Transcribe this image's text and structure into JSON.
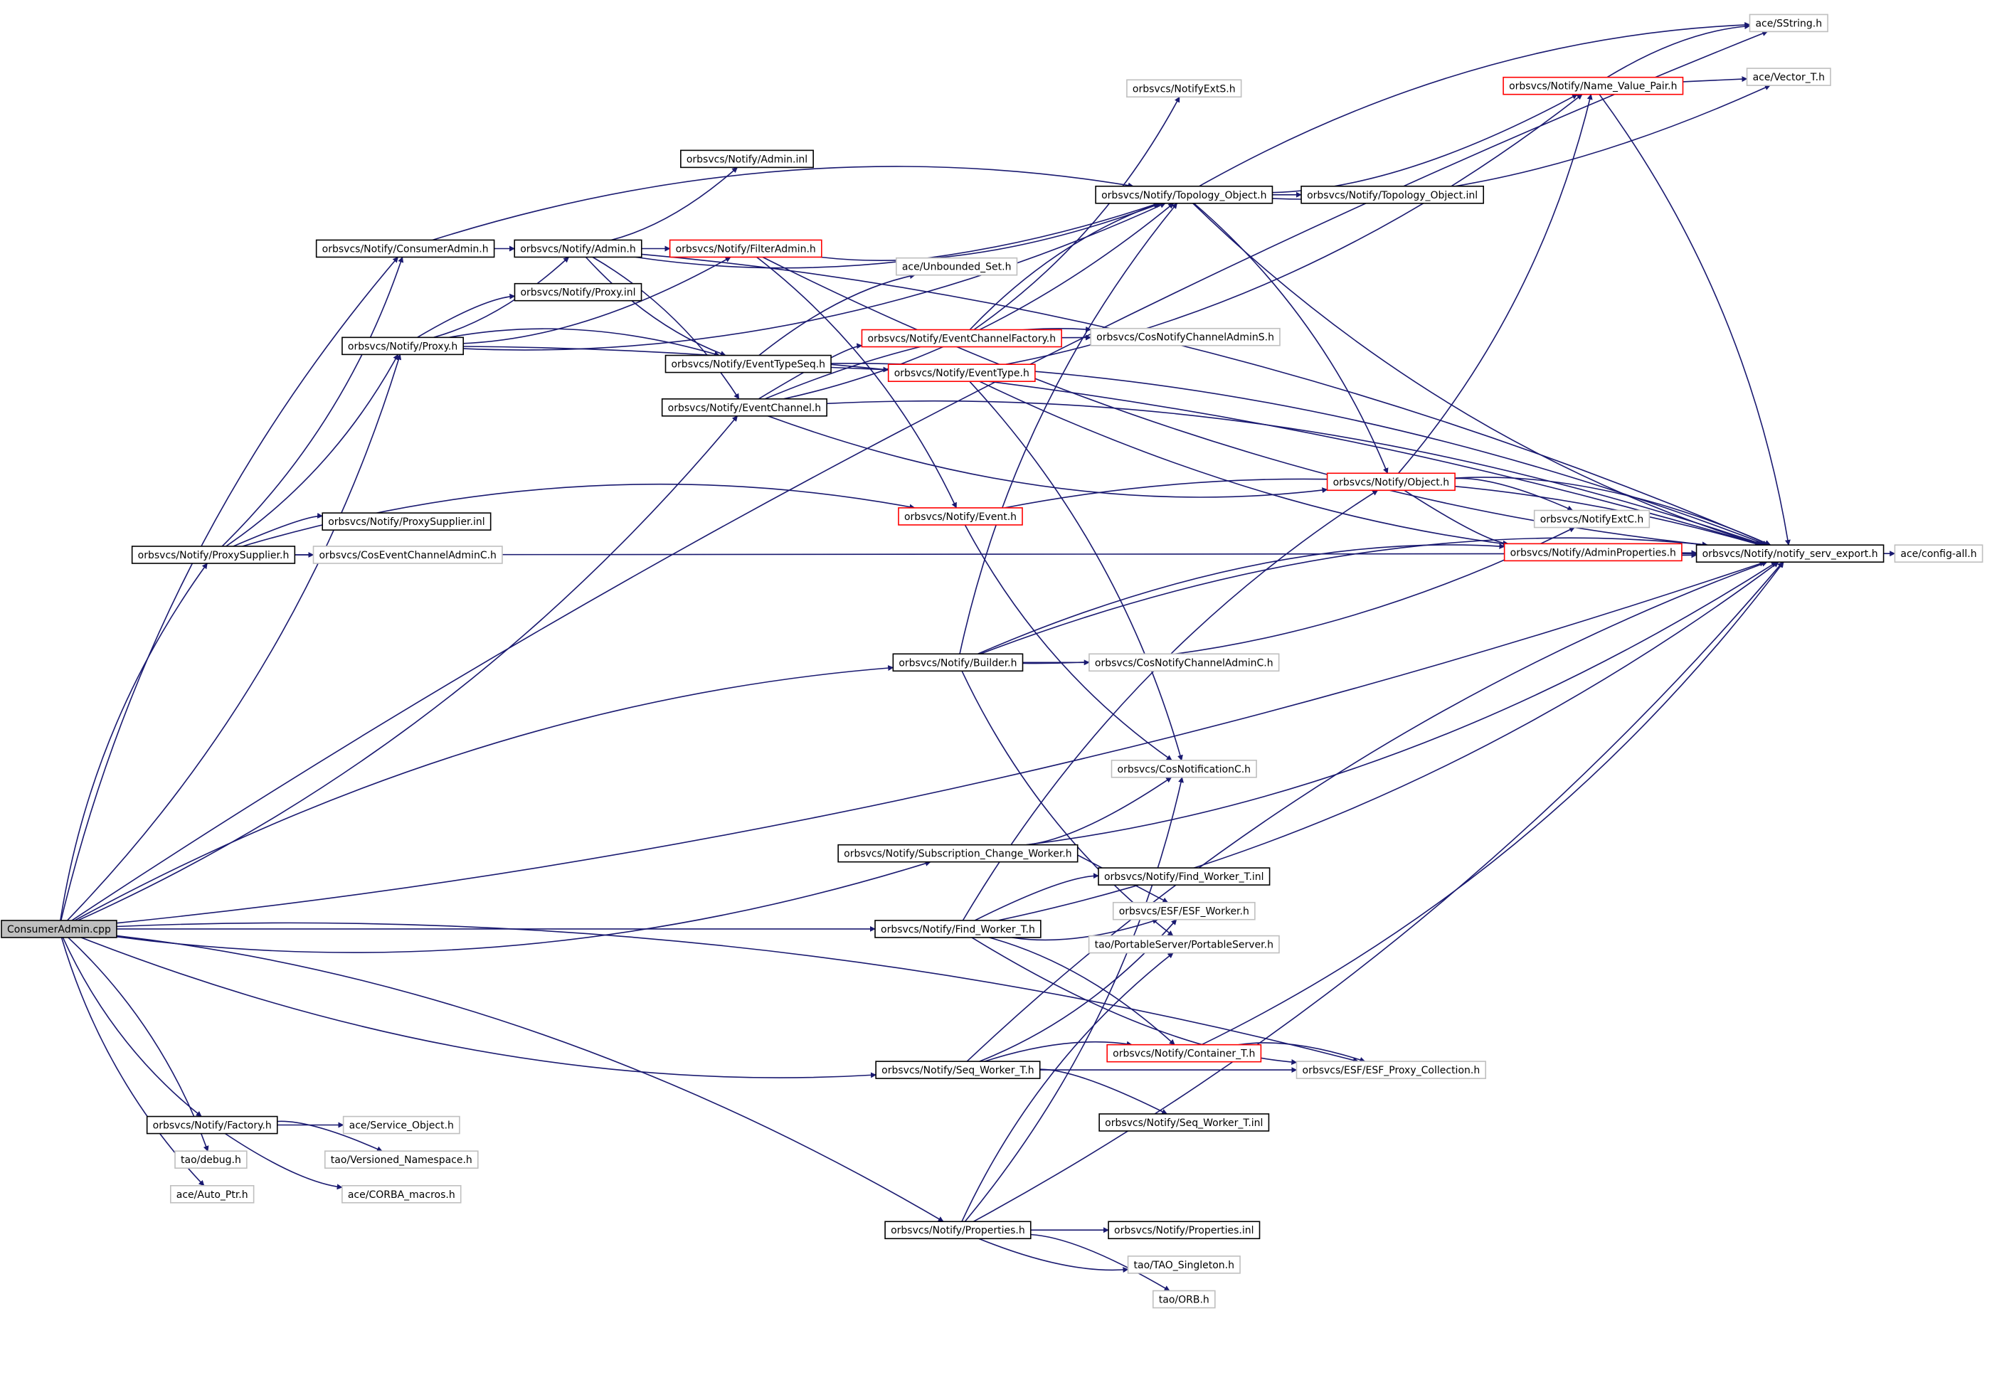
{
  "colors": {
    "edge": "#191970",
    "border_documented": "#000000",
    "border_undocumented": "#bfbfbf",
    "border_truncated": "#ff0000",
    "root_fill": "#bfbfbf",
    "node_fill": "#ffffff"
  },
  "nodes": [
    {
      "id": "root",
      "label": "ConsumerAdmin.cpp",
      "style": "root"
    },
    {
      "id": "consumeradmin_h",
      "label": "orbsvcs/Notify/ConsumerAdmin.h",
      "style": "documented"
    },
    {
      "id": "admin_h",
      "label": "orbsvcs/Notify/Admin.h",
      "style": "documented"
    },
    {
      "id": "admin_inl",
      "label": "orbsvcs/Notify/Admin.inl",
      "style": "documented"
    },
    {
      "id": "proxy_inl",
      "label": "orbsvcs/Notify/Proxy.inl",
      "style": "documented"
    },
    {
      "id": "proxy_h",
      "label": "orbsvcs/Notify/Proxy.h",
      "style": "documented"
    },
    {
      "id": "filteradmin_h",
      "label": "orbsvcs/Notify/FilterAdmin.h",
      "style": "truncated"
    },
    {
      "id": "unbounded_set",
      "label": "ace/Unbounded_Set.h",
      "style": "undocumented"
    },
    {
      "id": "ecfactory_h",
      "label": "orbsvcs/Notify/EventChannelFactory.h",
      "style": "truncated"
    },
    {
      "id": "cosnotifychanneladmins",
      "label": "orbsvcs/CosNotifyChannelAdminS.h",
      "style": "undocumented"
    },
    {
      "id": "eventtypeseq_h",
      "label": "orbsvcs/Notify/EventTypeSeq.h",
      "style": "documented"
    },
    {
      "id": "eventtype_h",
      "label": "orbsvcs/Notify/EventType.h",
      "style": "truncated"
    },
    {
      "id": "eventchannel_h",
      "label": "orbsvcs/Notify/EventChannel.h",
      "style": "documented"
    },
    {
      "id": "notifyexts",
      "label": "orbsvcs/NotifyExtS.h",
      "style": "undocumented"
    },
    {
      "id": "topology_h",
      "label": "orbsvcs/Notify/Topology_Object.h",
      "style": "documented"
    },
    {
      "id": "topology_inl",
      "label": "orbsvcs/Notify/Topology_Object.inl",
      "style": "documented"
    },
    {
      "id": "nvpair_h",
      "label": "orbsvcs/Notify/Name_Value_Pair.h",
      "style": "truncated"
    },
    {
      "id": "sstring",
      "label": "ace/SString.h",
      "style": "undocumented"
    },
    {
      "id": "vector_t",
      "label": "ace/Vector_T.h",
      "style": "undocumented"
    },
    {
      "id": "object_h",
      "label": "orbsvcs/Notify/Object.h",
      "style": "truncated"
    },
    {
      "id": "event_h",
      "label": "orbsvcs/Notify/Event.h",
      "style": "truncated"
    },
    {
      "id": "proxysupplier_inl",
      "label": "orbsvcs/Notify/ProxySupplier.inl",
      "style": "documented"
    },
    {
      "id": "proxysupplier_h",
      "label": "orbsvcs/Notify/ProxySupplier.h",
      "style": "documented"
    },
    {
      "id": "coseventchanneladminc",
      "label": "orbsvcs/CosEventChannelAdminC.h",
      "style": "undocumented"
    },
    {
      "id": "notifyextc",
      "label": "orbsvcs/NotifyExtC.h",
      "style": "undocumented"
    },
    {
      "id": "adminproperties_h",
      "label": "orbsvcs/Notify/AdminProperties.h",
      "style": "truncated"
    },
    {
      "id": "serv_export",
      "label": "orbsvcs/Notify/notify_serv_export.h",
      "style": "documented"
    },
    {
      "id": "config_all",
      "label": "ace/config-all.h",
      "style": "undocumented"
    },
    {
      "id": "builder_h",
      "label": "orbsvcs/Notify/Builder.h",
      "style": "documented"
    },
    {
      "id": "cosnotifychanneladminc",
      "label": "orbsvcs/CosNotifyChannelAdminC.h",
      "style": "undocumented"
    },
    {
      "id": "cosnotificationc",
      "label": "orbsvcs/CosNotificationC.h",
      "style": "undocumented"
    },
    {
      "id": "subscription_h",
      "label": "orbsvcs/Notify/Subscription_Change_Worker.h",
      "style": "documented"
    },
    {
      "id": "findworker_inl",
      "label": "orbsvcs/Notify/Find_Worker_T.inl",
      "style": "documented"
    },
    {
      "id": "esf_worker",
      "label": "orbsvcs/ESF/ESF_Worker.h",
      "style": "undocumented"
    },
    {
      "id": "findworker_h",
      "label": "orbsvcs/Notify/Find_Worker_T.h",
      "style": "documented"
    },
    {
      "id": "portableserver",
      "label": "tao/PortableServer/PortableServer.h",
      "style": "undocumented"
    },
    {
      "id": "container_t",
      "label": "orbsvcs/Notify/Container_T.h",
      "style": "truncated"
    },
    {
      "id": "seqworker_h",
      "label": "orbsvcs/Notify/Seq_Worker_T.h",
      "style": "documented"
    },
    {
      "id": "esf_proxy",
      "label": "orbsvcs/ESF/ESF_Proxy_Collection.h",
      "style": "undocumented"
    },
    {
      "id": "seqworker_inl",
      "label": "orbsvcs/Notify/Seq_Worker_T.inl",
      "style": "documented"
    },
    {
      "id": "factory_h",
      "label": "orbsvcs/Notify/Factory.h",
      "style": "documented"
    },
    {
      "id": "service_object",
      "label": "ace/Service_Object.h",
      "style": "undocumented"
    },
    {
      "id": "tao_debug",
      "label": "tao/debug.h",
      "style": "undocumented"
    },
    {
      "id": "versioned_ns",
      "label": "tao/Versioned_Namespace.h",
      "style": "undocumented"
    },
    {
      "id": "auto_ptr",
      "label": "ace/Auto_Ptr.h",
      "style": "undocumented"
    },
    {
      "id": "corba_macros",
      "label": "ace/CORBA_macros.h",
      "style": "undocumented"
    },
    {
      "id": "properties_h",
      "label": "orbsvcs/Notify/Properties.h",
      "style": "documented"
    },
    {
      "id": "properties_inl",
      "label": "orbsvcs/Notify/Properties.inl",
      "style": "documented"
    },
    {
      "id": "tao_singleton",
      "label": "tao/TAO_Singleton.h",
      "style": "undocumented"
    },
    {
      "id": "tao_orb",
      "label": "tao/ORB.h",
      "style": "undocumented"
    }
  ],
  "edges": [
    [
      "root",
      "consumeradmin_h"
    ],
    [
      "root",
      "proxy_h"
    ],
    [
      "root",
      "proxysupplier_h"
    ],
    [
      "root",
      "eventchannel_h"
    ],
    [
      "root",
      "builder_h"
    ],
    [
      "root",
      "subscription_h"
    ],
    [
      "root",
      "findworker_h"
    ],
    [
      "root",
      "seqworker_h"
    ],
    [
      "root",
      "properties_h"
    ],
    [
      "root",
      "factory_h"
    ],
    [
      "root",
      "tao_debug"
    ],
    [
      "root",
      "auto_ptr"
    ],
    [
      "root",
      "esf_proxy"
    ],
    [
      "root",
      "serv_export"
    ],
    [
      "root",
      "sstring"
    ],
    [
      "consumeradmin_h",
      "admin_h"
    ],
    [
      "consumeradmin_h",
      "topology_h"
    ],
    [
      "admin_h",
      "admin_inl"
    ],
    [
      "admin_h",
      "filteradmin_h"
    ],
    [
      "admin_h",
      "eventtypeseq_h"
    ],
    [
      "admin_h",
      "eventchannel_h"
    ],
    [
      "admin_h",
      "topology_h"
    ],
    [
      "admin_h",
      "serv_export"
    ],
    [
      "proxy_h",
      "admin_h"
    ],
    [
      "proxy_h",
      "proxy_inl"
    ],
    [
      "proxy_h",
      "filteradmin_h"
    ],
    [
      "proxy_h",
      "eventtypeseq_h"
    ],
    [
      "proxy_h",
      "topology_h"
    ],
    [
      "proxy_h",
      "serv_export"
    ],
    [
      "filteradmin_h",
      "topology_h"
    ],
    [
      "filteradmin_h",
      "event_h"
    ],
    [
      "filteradmin_h",
      "serv_export"
    ],
    [
      "eventtypeseq_h",
      "unbounded_set"
    ],
    [
      "eventtypeseq_h",
      "eventtype_h"
    ],
    [
      "eventtypeseq_h",
      "serv_export"
    ],
    [
      "eventtype_h",
      "nvpair_h"
    ],
    [
      "eventtype_h",
      "cosnotificationc"
    ],
    [
      "eventtype_h",
      "serv_export"
    ],
    [
      "eventchannel_h",
      "ecfactory_h"
    ],
    [
      "eventchannel_h",
      "topology_h"
    ],
    [
      "eventchannel_h",
      "cosnotifychanneladmins"
    ],
    [
      "eventchannel_h",
      "object_h"
    ],
    [
      "eventchannel_h",
      "serv_export"
    ],
    [
      "ecfactory_h",
      "notifyexts"
    ],
    [
      "ecfactory_h",
      "topology_h"
    ],
    [
      "ecfactory_h",
      "cosnotifychanneladmins"
    ],
    [
      "topology_h",
      "topology_inl"
    ],
    [
      "topology_h",
      "nvpair_h"
    ],
    [
      "topology_h",
      "object_h"
    ],
    [
      "topology_h",
      "vector_t"
    ],
    [
      "topology_h",
      "sstring"
    ],
    [
      "topology_h",
      "serv_export"
    ],
    [
      "nvpair_h",
      "sstring"
    ],
    [
      "nvpair_h",
      "vector_t"
    ],
    [
      "nvpair_h",
      "serv_export"
    ],
    [
      "object_h",
      "nvpair_h"
    ],
    [
      "object_h",
      "notifyextc"
    ],
    [
      "object_h",
      "adminproperties_h"
    ],
    [
      "object_h",
      "serv_export"
    ],
    [
      "event_h",
      "cosnotificationc"
    ],
    [
      "event_h",
      "serv_export"
    ],
    [
      "proxysupplier_h",
      "proxy_h"
    ],
    [
      "proxysupplier_h",
      "proxysupplier_inl"
    ],
    [
      "proxysupplier_h",
      "coseventchanneladminc"
    ],
    [
      "proxysupplier_h",
      "event_h"
    ],
    [
      "proxysupplier_h",
      "consumeradmin_h"
    ],
    [
      "proxysupplier_h",
      "serv_export"
    ],
    [
      "adminproperties_h",
      "serv_export"
    ],
    [
      "serv_export",
      "config_all"
    ],
    [
      "builder_h",
      "cosnotifychanneladminc"
    ],
    [
      "builder_h",
      "topology_h"
    ],
    [
      "builder_h",
      "notifyextc"
    ],
    [
      "builder_h",
      "adminproperties_h"
    ],
    [
      "builder_h",
      "portableserver"
    ],
    [
      "builder_h",
      "serv_export"
    ],
    [
      "subscription_h",
      "cosnotificationc"
    ],
    [
      "subscription_h",
      "esf_worker"
    ],
    [
      "subscription_h",
      "serv_export"
    ],
    [
      "findworker_h",
      "findworker_inl"
    ],
    [
      "findworker_h",
      "esf_worker"
    ],
    [
      "findworker_h",
      "container_t"
    ],
    [
      "findworker_h",
      "esf_proxy"
    ],
    [
      "findworker_h",
      "object_h"
    ],
    [
      "findworker_h",
      "serv_export"
    ],
    [
      "container_t",
      "esf_proxy"
    ],
    [
      "container_t",
      "serv_export"
    ],
    [
      "seqworker_h",
      "container_t"
    ],
    [
      "seqworker_h",
      "esf_proxy"
    ],
    [
      "seqworker_h",
      "seqworker_inl"
    ],
    [
      "seqworker_h",
      "esf_worker"
    ],
    [
      "seqworker_h",
      "serv_export"
    ],
    [
      "factory_h",
      "service_object"
    ],
    [
      "factory_h",
      "versioned_ns"
    ],
    [
      "factory_h",
      "corba_macros"
    ],
    [
      "properties_h",
      "properties_inl"
    ],
    [
      "properties_h",
      "tao_singleton"
    ],
    [
      "properties_h",
      "tao_orb"
    ],
    [
      "properties_h",
      "cosnotificationc"
    ],
    [
      "properties_h",
      "portableserver"
    ],
    [
      "properties_h",
      "serv_export"
    ]
  ]
}
